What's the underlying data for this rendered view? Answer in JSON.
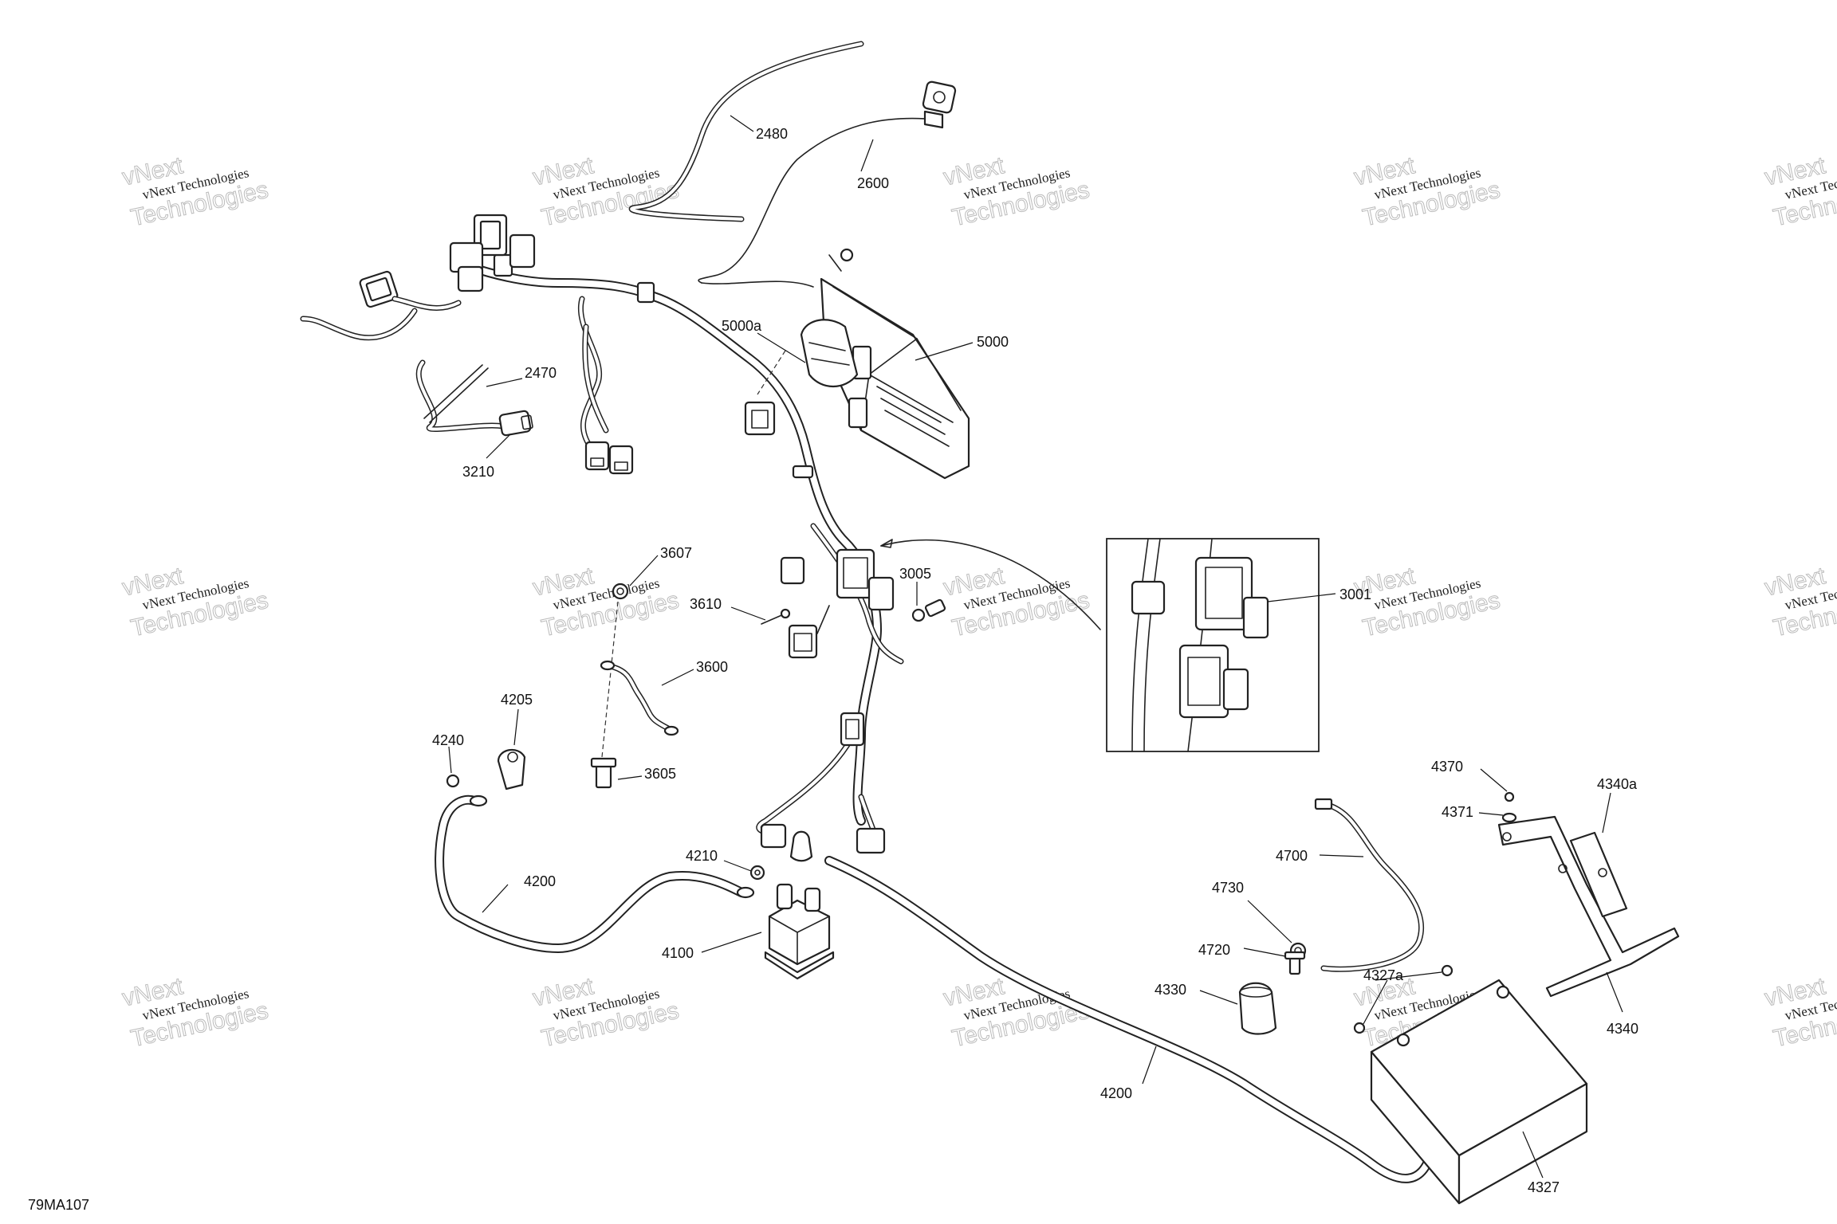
{
  "diagram": {
    "reference_code": "79MA107",
    "watermark": {
      "line1": "vNext Technologies",
      "line2": "Technologies",
      "overlay": "vNext"
    },
    "parts": [
      {
        "id": "p2480",
        "label": "2480"
      },
      {
        "id": "p2600",
        "label": "2600"
      },
      {
        "id": "p2470",
        "label": "2470"
      },
      {
        "id": "p3210",
        "label": "3210"
      },
      {
        "id": "p5000a",
        "label": "5000a"
      },
      {
        "id": "p5000",
        "label": "5000"
      },
      {
        "id": "p3607",
        "label": "3607"
      },
      {
        "id": "p3610",
        "label": "3610"
      },
      {
        "id": "p3005",
        "label": "3005"
      },
      {
        "id": "p3001",
        "label": "3001"
      },
      {
        "id": "p3600",
        "label": "3600"
      },
      {
        "id": "p4205",
        "label": "4205"
      },
      {
        "id": "p4240",
        "label": "4240"
      },
      {
        "id": "p3605",
        "label": "3605"
      },
      {
        "id": "p4370",
        "label": "4370"
      },
      {
        "id": "p4340a",
        "label": "4340a"
      },
      {
        "id": "p4371",
        "label": "4371"
      },
      {
        "id": "p4700",
        "label": "4700"
      },
      {
        "id": "p4210",
        "label": "4210"
      },
      {
        "id": "p4200a",
        "label": "4200"
      },
      {
        "id": "p4730",
        "label": "4730"
      },
      {
        "id": "p4100",
        "label": "4100"
      },
      {
        "id": "p4720",
        "label": "4720"
      },
      {
        "id": "p4327a",
        "label": "4327a"
      },
      {
        "id": "p4330",
        "label": "4330"
      },
      {
        "id": "p4340",
        "label": "4340"
      },
      {
        "id": "p4200b",
        "label": "4200"
      },
      {
        "id": "p4327",
        "label": "4327"
      }
    ]
  }
}
